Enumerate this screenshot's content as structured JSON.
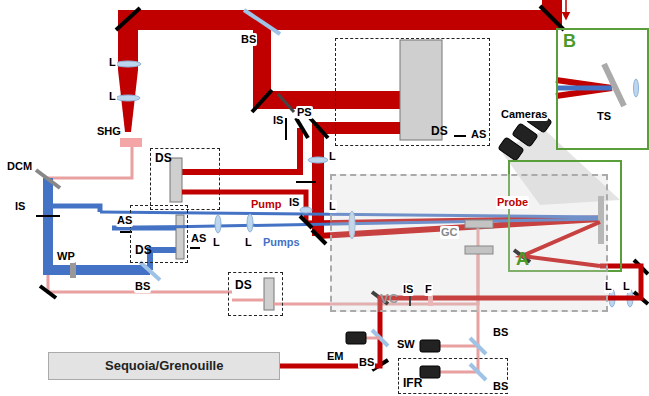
{
  "diagram": {
    "nodes": [
      {
        "text": [
          "DS"
        ]
      },
      {
        "text": [
          "B"
        ]
      },
      {
        "text": [
          "DS"
        ]
      },
      {
        "text": [
          "A"
        ]
      },
      {
        "text": [
          "VC"
        ]
      },
      {
        "text": [
          "DS"
        ]
      },
      {
        "text": [
          "DS"
        ]
      },
      {
        "text": [
          "IFR"
        ]
      },
      {
        "text": [
          "Sequoia/Grenouille"
        ]
      }
    ],
    "labels": [
      "BS",
      "L",
      "L",
      "PS",
      "IS",
      "AS",
      "Cameras",
      "DCM",
      "SHG",
      "IS",
      "L",
      "L",
      "Probe",
      "Pump",
      "IS",
      "AS",
      "L",
      "L",
      "Pumps",
      "AS",
      "GC",
      "WP",
      "BS",
      "TS",
      "IS",
      "F",
      "L",
      "L",
      "SW",
      "BS",
      "EM",
      "BS",
      "BS"
    ]
  }
}
